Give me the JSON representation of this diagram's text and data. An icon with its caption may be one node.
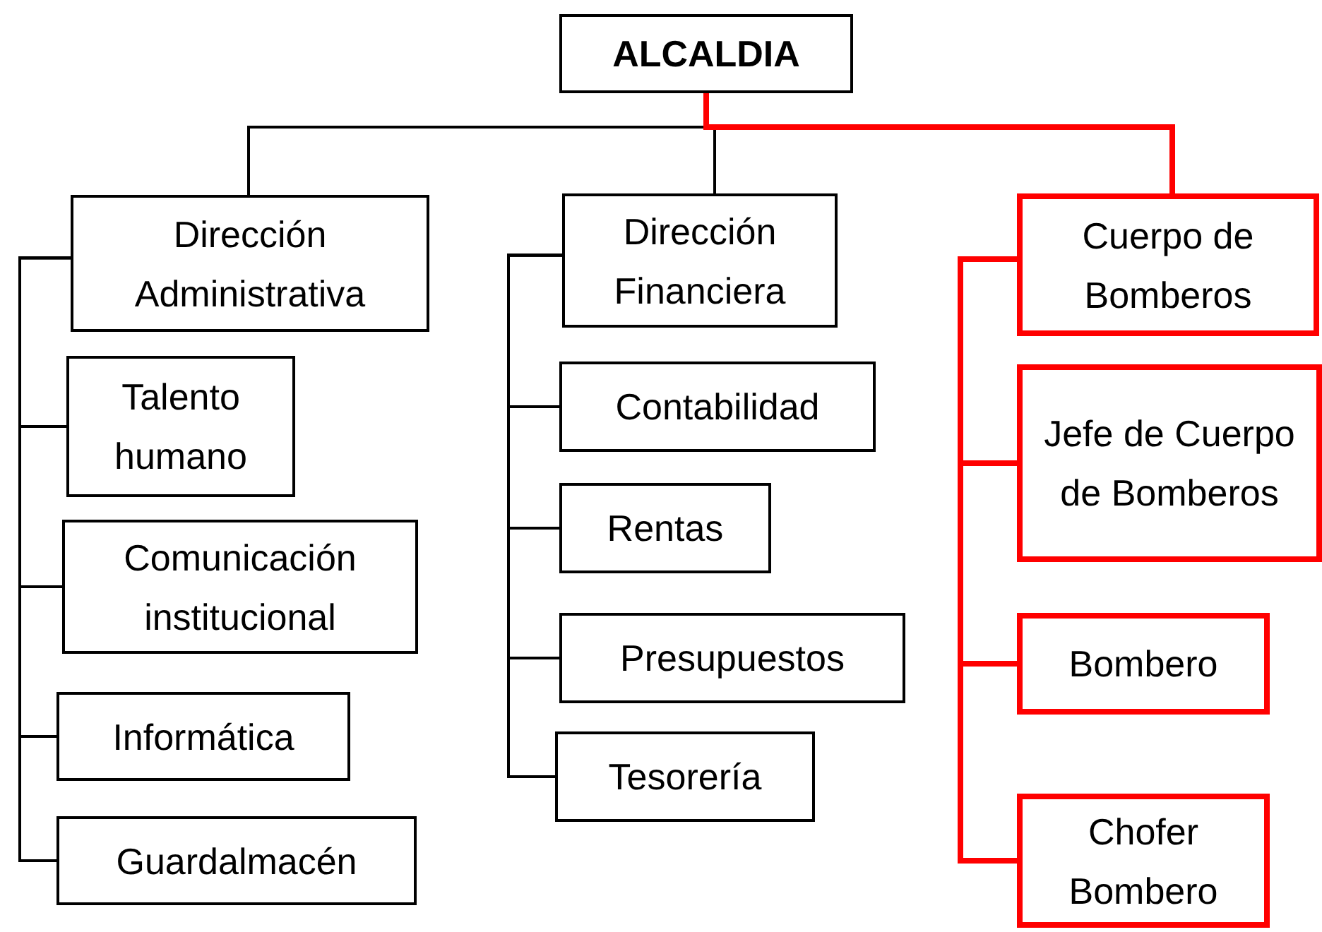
{
  "diagram": {
    "nodes": [
      {
        "text": [
          "ALCALDIA"
        ]
      },
      {
        "text": [
          "Dirección Administrativa"
        ]
      },
      {
        "text": [
          "Talento humano"
        ]
      },
      {
        "text": [
          "Comunicación institucional"
        ]
      },
      {
        "text": [
          "Informática"
        ]
      },
      {
        "text": [
          "Guardalmacén"
        ]
      },
      {
        "text": [
          "Dirección Financiera"
        ]
      },
      {
        "text": [
          "Contabilidad"
        ]
      },
      {
        "text": [
          "Rentas"
        ]
      },
      {
        "text": [
          "Presupuestos"
        ]
      },
      {
        "text": [
          "Tesorería"
        ]
      },
      {
        "text": [
          "Cuerpo de Bomberos"
        ]
      },
      {
        "text": [
          "Jefe de Cuerpo de Bomberos"
        ]
      },
      {
        "text": [
          "Bombero"
        ]
      },
      {
        "text": [
          "Chofer Bombero"
        ]
      }
    ],
    "edges": [
      {
        "from": 0,
        "to": 1,
        "arrow": "none"
      },
      {
        "from": 0,
        "to": 6,
        "arrow": "none"
      },
      {
        "from": 0,
        "to": 11,
        "arrow": "none",
        "style": "thick",
        "color": "#ff0000"
      },
      {
        "from": 1,
        "to": 2,
        "arrow": "none"
      },
      {
        "from": 1,
        "to": 3,
        "arrow": "none"
      },
      {
        "from": 1,
        "to": 4,
        "arrow": "none"
      },
      {
        "from": 1,
        "to": 5,
        "arrow": "none"
      },
      {
        "from": 6,
        "to": 7,
        "arrow": "none"
      },
      {
        "from": 6,
        "to": 8,
        "arrow": "none"
      },
      {
        "from": 6,
        "to": 9,
        "arrow": "none"
      },
      {
        "from": 6,
        "to": 10,
        "arrow": "none"
      },
      {
        "from": 11,
        "to": 12,
        "arrow": "none",
        "style": "thick",
        "color": "#ff0000"
      },
      {
        "from": 11,
        "to": 13,
        "arrow": "none",
        "style": "thick",
        "color": "#ff0000"
      },
      {
        "from": 11,
        "to": 14,
        "arrow": "none",
        "style": "thick",
        "color": "#ff0000"
      }
    ]
  }
}
